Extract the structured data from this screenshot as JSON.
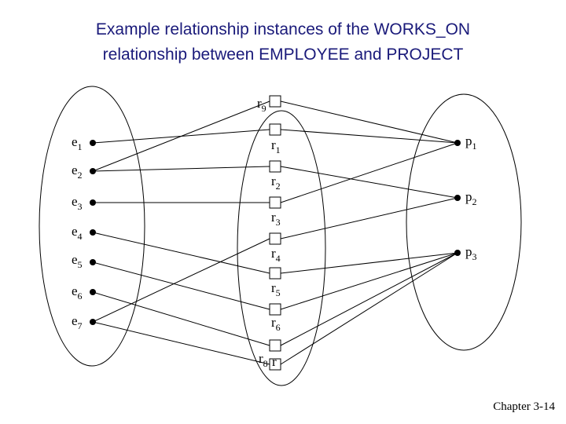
{
  "title": {
    "line1": "Example relationship instances of the WORKS_ON",
    "line2": "relationship between EMPLOYEE and PROJECT"
  },
  "footer": "Chapter 3-14",
  "employees": [
    {
      "base": "e",
      "sub": "1"
    },
    {
      "base": "e",
      "sub": "2"
    },
    {
      "base": "e",
      "sub": "3"
    },
    {
      "base": "e",
      "sub": "4"
    },
    {
      "base": "e",
      "sub": "5"
    },
    {
      "base": "e",
      "sub": "6"
    },
    {
      "base": "e",
      "sub": "7"
    }
  ],
  "relationships": [
    {
      "base": "r",
      "sub": "9"
    },
    {
      "base": "r",
      "sub": "1"
    },
    {
      "base": "r",
      "sub": "2"
    },
    {
      "base": "r",
      "sub": "3"
    },
    {
      "base": "r",
      "sub": "4"
    },
    {
      "base": "r",
      "sub": "5"
    },
    {
      "base": "r",
      "sub": "6"
    },
    {
      "base": "r",
      "sub": "8"
    },
    {
      "base": "r",
      "sub": ""
    }
  ],
  "projects": [
    {
      "base": "p",
      "sub": "1"
    },
    {
      "base": "p",
      "sub": "2"
    },
    {
      "base": "p",
      "sub": "3"
    }
  ],
  "links": [
    {
      "relationship": "r9",
      "employee": "e2",
      "project": "p1"
    },
    {
      "relationship": "r1",
      "employee": "e1",
      "project": "p1"
    },
    {
      "relationship": "r2",
      "employee": "e2",
      "project": "p2"
    },
    {
      "relationship": "r3",
      "employee": "e3",
      "project": "p1"
    },
    {
      "relationship": "r4",
      "employee": "e7",
      "project": "p2"
    },
    {
      "relationship": "r5",
      "employee": "e4",
      "project": "p3"
    },
    {
      "relationship": "r6",
      "employee": "e5",
      "project": "p3"
    },
    {
      "relationship": "r8",
      "employee": "e6",
      "project": "p3"
    },
    {
      "relationship": "r",
      "employee": "e7",
      "project": "p3"
    }
  ]
}
